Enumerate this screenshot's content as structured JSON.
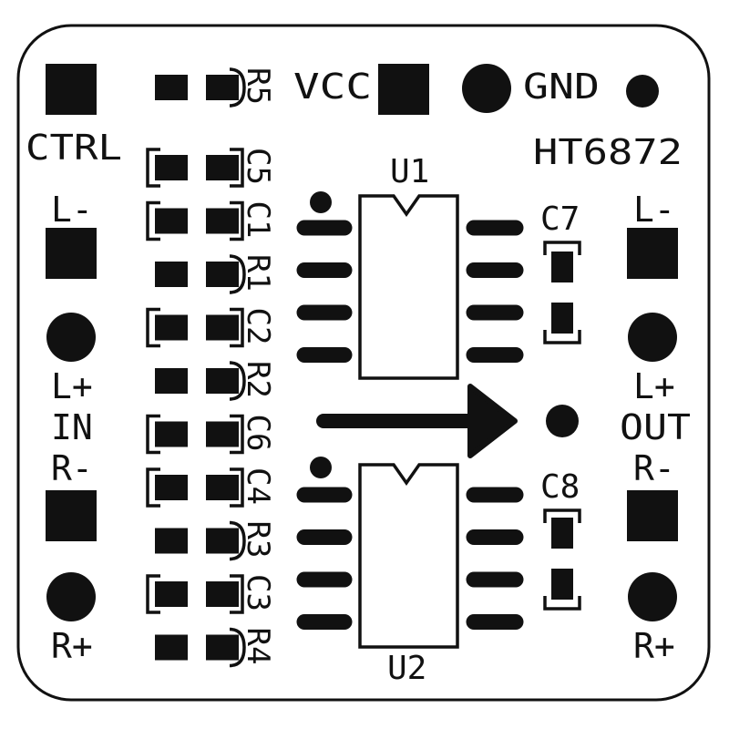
{
  "board": {
    "ic_name": "HT6872",
    "colors": {
      "ink": "#111111",
      "board": "#ffffff"
    }
  },
  "labels": {
    "ctrl": "CTRL",
    "vcc": "VCC",
    "gnd": "GND",
    "in": "IN",
    "out": "OUT",
    "left_minus": "L-",
    "left_plus": "L+",
    "right_minus": "R-",
    "right_plus": "R+",
    "u1": "U1",
    "u2": "U2",
    "c7": "C7",
    "c8": "C8"
  },
  "smd_components": [
    "R5",
    "C5",
    "C1",
    "R1",
    "C2",
    "R2",
    "C6",
    "C4",
    "R3",
    "C3",
    "R4"
  ],
  "icons": {
    "arrow": "signal-flow-arrow-icon",
    "pin1_marker": "pin-one-dot-icon"
  }
}
